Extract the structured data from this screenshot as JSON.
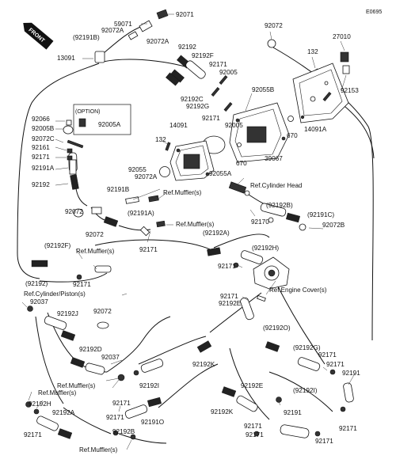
{
  "diagram": {
    "code": "E0695",
    "front_label": "FRONT",
    "option_label": "(OPTION)",
    "labels": [
      "92071",
      "59071",
      "92072A",
      "(92191B)",
      "92072A",
      "13091",
      "92072",
      "27010",
      "92192",
      "92192F",
      "132",
      "92171",
      "92005",
      "92055B",
      "92153",
      "92192C",
      "92192G",
      "92171",
      "14091A",
      "92066",
      "92005B",
      "92005A",
      "14091",
      "92005",
      "92072C",
      "92161",
      "92171",
      "132",
      "670",
      "39067",
      "670",
      "92055",
      "92072A",
      "92055A",
      "92191A",
      "92192",
      "92191B",
      "92072",
      "92072",
      "(92191A)",
      "92170",
      "(92192B)",
      "(92191C)",
      "92072B",
      "92171",
      "(92192A)",
      "(92192F)",
      "92171",
      "(92192)",
      "92171",
      "(92192H)",
      "92037",
      "92192J",
      "92072",
      "92171",
      "92192E",
      "92192D",
      "92037",
      "(92192O)",
      "92192K",
      "92171",
      "(92192G)",
      "92171",
      "92191",
      "92192I",
      "(92192I)",
      "92192H",
      "92171",
      "92192E",
      "92192A",
      "92171",
      "92191O",
      "92192B",
      "92171",
      "92192K",
      "92191",
      "92171",
      "92171",
      "92171",
      "92171"
    ],
    "refs": [
      "Ref.Muffler(s)",
      "Ref.Cylinder Head",
      "Ref.Muffler(s)",
      "Ref.Muffler(s)",
      "Ref.Cylinder/Piston(s)",
      "Ref.Engine Cover(s)",
      "Ref.Muffler(s)",
      "Ref.Muffler(s)",
      "Ref.Muffler(s)"
    ]
  }
}
